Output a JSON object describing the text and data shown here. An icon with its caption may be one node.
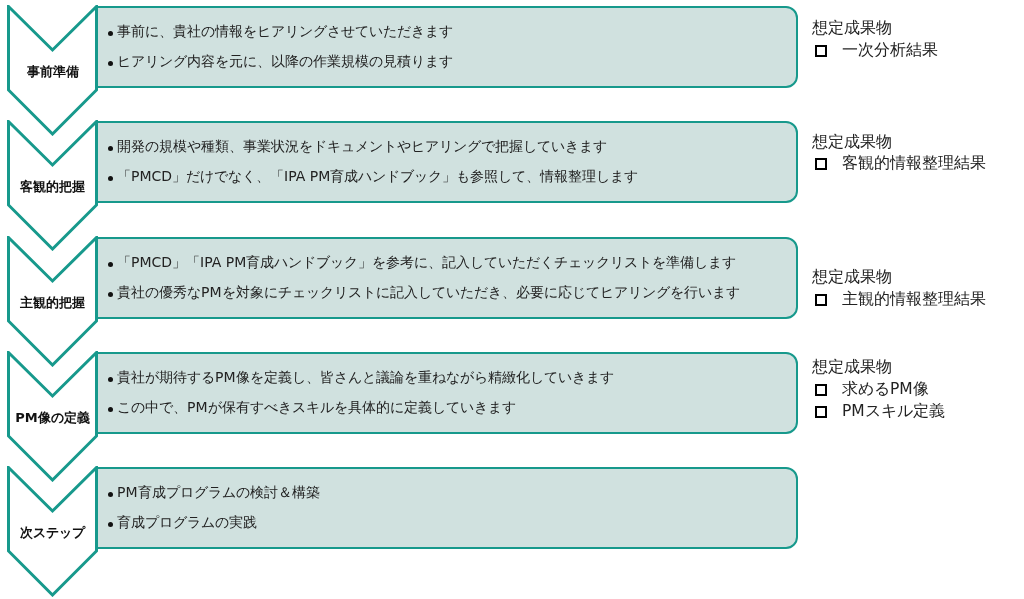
{
  "diagram": {
    "nodes": [
      {
        "text": [
          "事前準備"
        ]
      },
      {
        "text": [
          "事前に、貴社の情報をヒアリングさせていただきます",
          "ヒアリング内容を元に、以降の作業規模の見積ります"
        ]
      },
      {
        "text": [
          "客観的把握"
        ]
      },
      {
        "text": [
          "開発の規模や種類、事業状況をドキュメントやヒアリングで把握していきます",
          "「PMCD」だけでなく、「IPA PM育成ハンドブック」も参照して、情報整理します"
        ]
      },
      {
        "text": [
          "主観的把握"
        ]
      },
      {
        "text": [
          "「PMCD」「IPA PM育成ハンドブック」を参考に、記入していただくチェックリストを準備します",
          "貴社の優秀なPMを対象にチェックリストに記入していただき、必要に応じてヒアリングを行います"
        ]
      },
      {
        "text": [
          "PM像の定義"
        ]
      },
      {
        "text": [
          "貴社が期待するPM像を定義し、皆さんと議論を重ねながら精緻化していきます",
          "この中で、PMが保有すべきスキルを具体的に定義していきます"
        ]
      },
      {
        "text": [
          "次ステップ"
        ]
      },
      {
        "text": [
          "PM育成プログラムの検討＆構築",
          "育成プログラムの実践"
        ]
      }
    ],
    "labels": [
      "想定成果物",
      "一次分析結果",
      "想定成果物",
      "客観的情報整理結果",
      "想定成果物",
      "主観的情報整理結果",
      "想定成果物",
      "求めるPM像",
      "PMスキル定義"
    ]
  }
}
